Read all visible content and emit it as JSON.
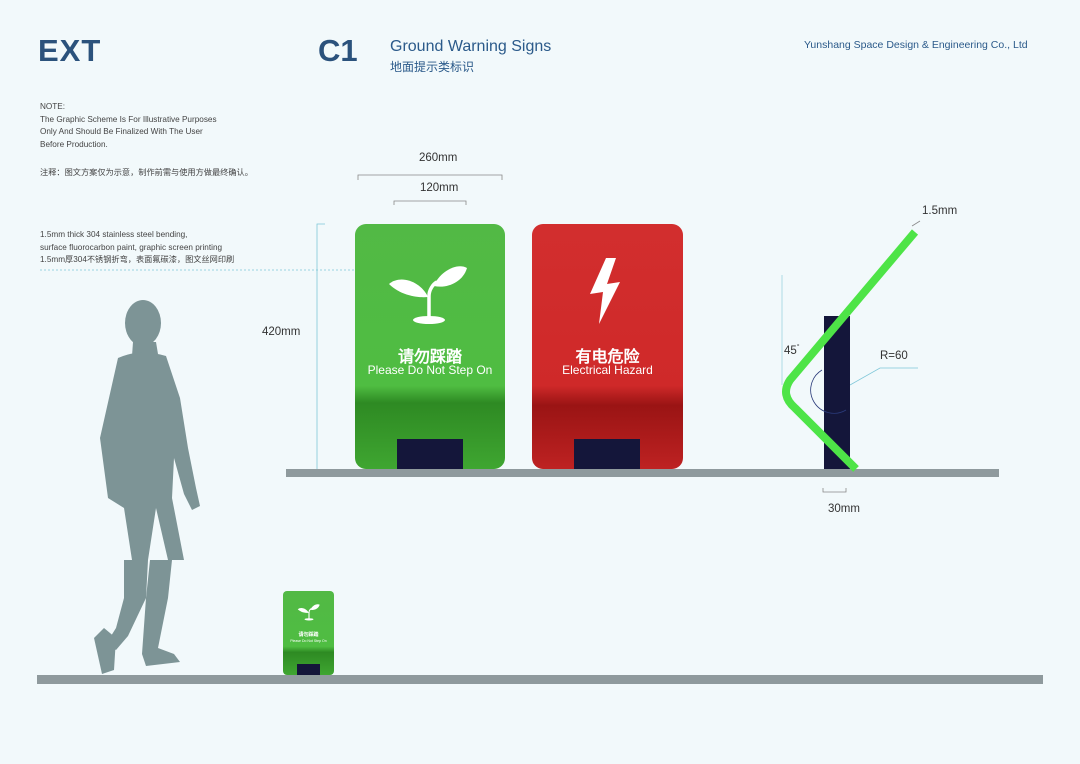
{
  "header": {
    "section": "EXT",
    "code": "C1",
    "title_en": "Ground Warning Signs",
    "title_cn": "地面提示类标识",
    "company": "Yunshang Space Design & Engineering Co., Ltd"
  },
  "note": {
    "lines": [
      "NOTE:",
      "The Graphic Scheme Is For Illustrative Purposes",
      "Only And Should Be Finalized With The User",
      "Before Production."
    ],
    "cn": "注释：图文方案仅为示意，制作前需与使用方做最终确认。"
  },
  "material": {
    "lines": [
      "1.5mm thick 304 stainless steel bending,",
      "surface fluorocarbon paint, graphic screen printing",
      "1.5mm厚304不锈钢折弯，表面氟碳漆，图文丝网印刷"
    ]
  },
  "dimensions": {
    "width_total": "260mm",
    "width_base": "120mm",
    "height": "420mm",
    "thickness": "1.5mm",
    "angle": "45",
    "angle_unit": "°",
    "radius": "R=60",
    "depth": "30mm"
  },
  "signs": {
    "green": {
      "cn": "请勿踩踏",
      "en": "Please Do Not Step On",
      "color": "#4fbd42",
      "icon": "sprout-icon"
    },
    "red": {
      "cn": "有电危险",
      "en": "Electrical Hazard",
      "color": "#cf2929",
      "icon": "lightning-icon"
    }
  },
  "scale_sign": {
    "cn": "请勿踩踏",
    "en": "Please Do Not Step On"
  },
  "colors": {
    "brand": "#2b527c",
    "floor": "#8f9a9d",
    "base": "#14163a",
    "person": "#7d9496",
    "steel_green": "#4ee447"
  }
}
